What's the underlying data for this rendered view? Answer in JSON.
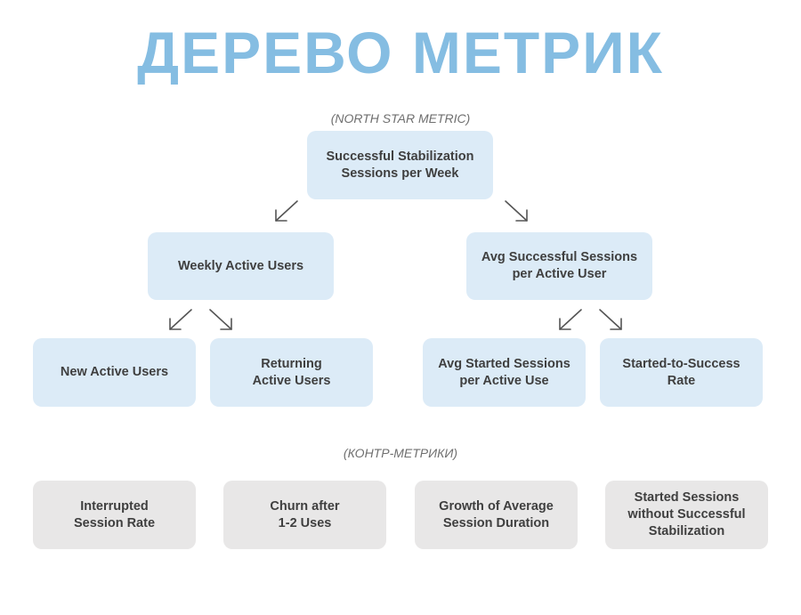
{
  "title": "ДЕРЕВО МЕТРИК",
  "colors": {
    "title": "#85bde2",
    "metric_box": "#dcebf7",
    "counter_box": "#e8e7e7",
    "arrow": "#555555"
  },
  "north_star": {
    "caption": "(NORTH STAR METRIC)",
    "label": "Successful Stabilization\nSessions per Week"
  },
  "level2": [
    {
      "label": "Weekly Active Users"
    },
    {
      "label": "Avg Successful Sessions\nper Active User"
    }
  ],
  "level3": [
    {
      "label": "New Active Users"
    },
    {
      "label": "Returning\nActive Users"
    },
    {
      "label": "Avg Started Sessions\nper Active Use"
    },
    {
      "label": "Started-to-Success\nRate"
    }
  ],
  "counter": {
    "caption": "(КОНТР-МЕТРИКИ)",
    "items": [
      {
        "label": "Interrupted\nSession Rate"
      },
      {
        "label": "Churn after\n1-2 Uses"
      },
      {
        "label": "Growth of Average\nSession Duration"
      },
      {
        "label": "Started Sessions\nwithout Successful\nStabilization"
      }
    ]
  }
}
